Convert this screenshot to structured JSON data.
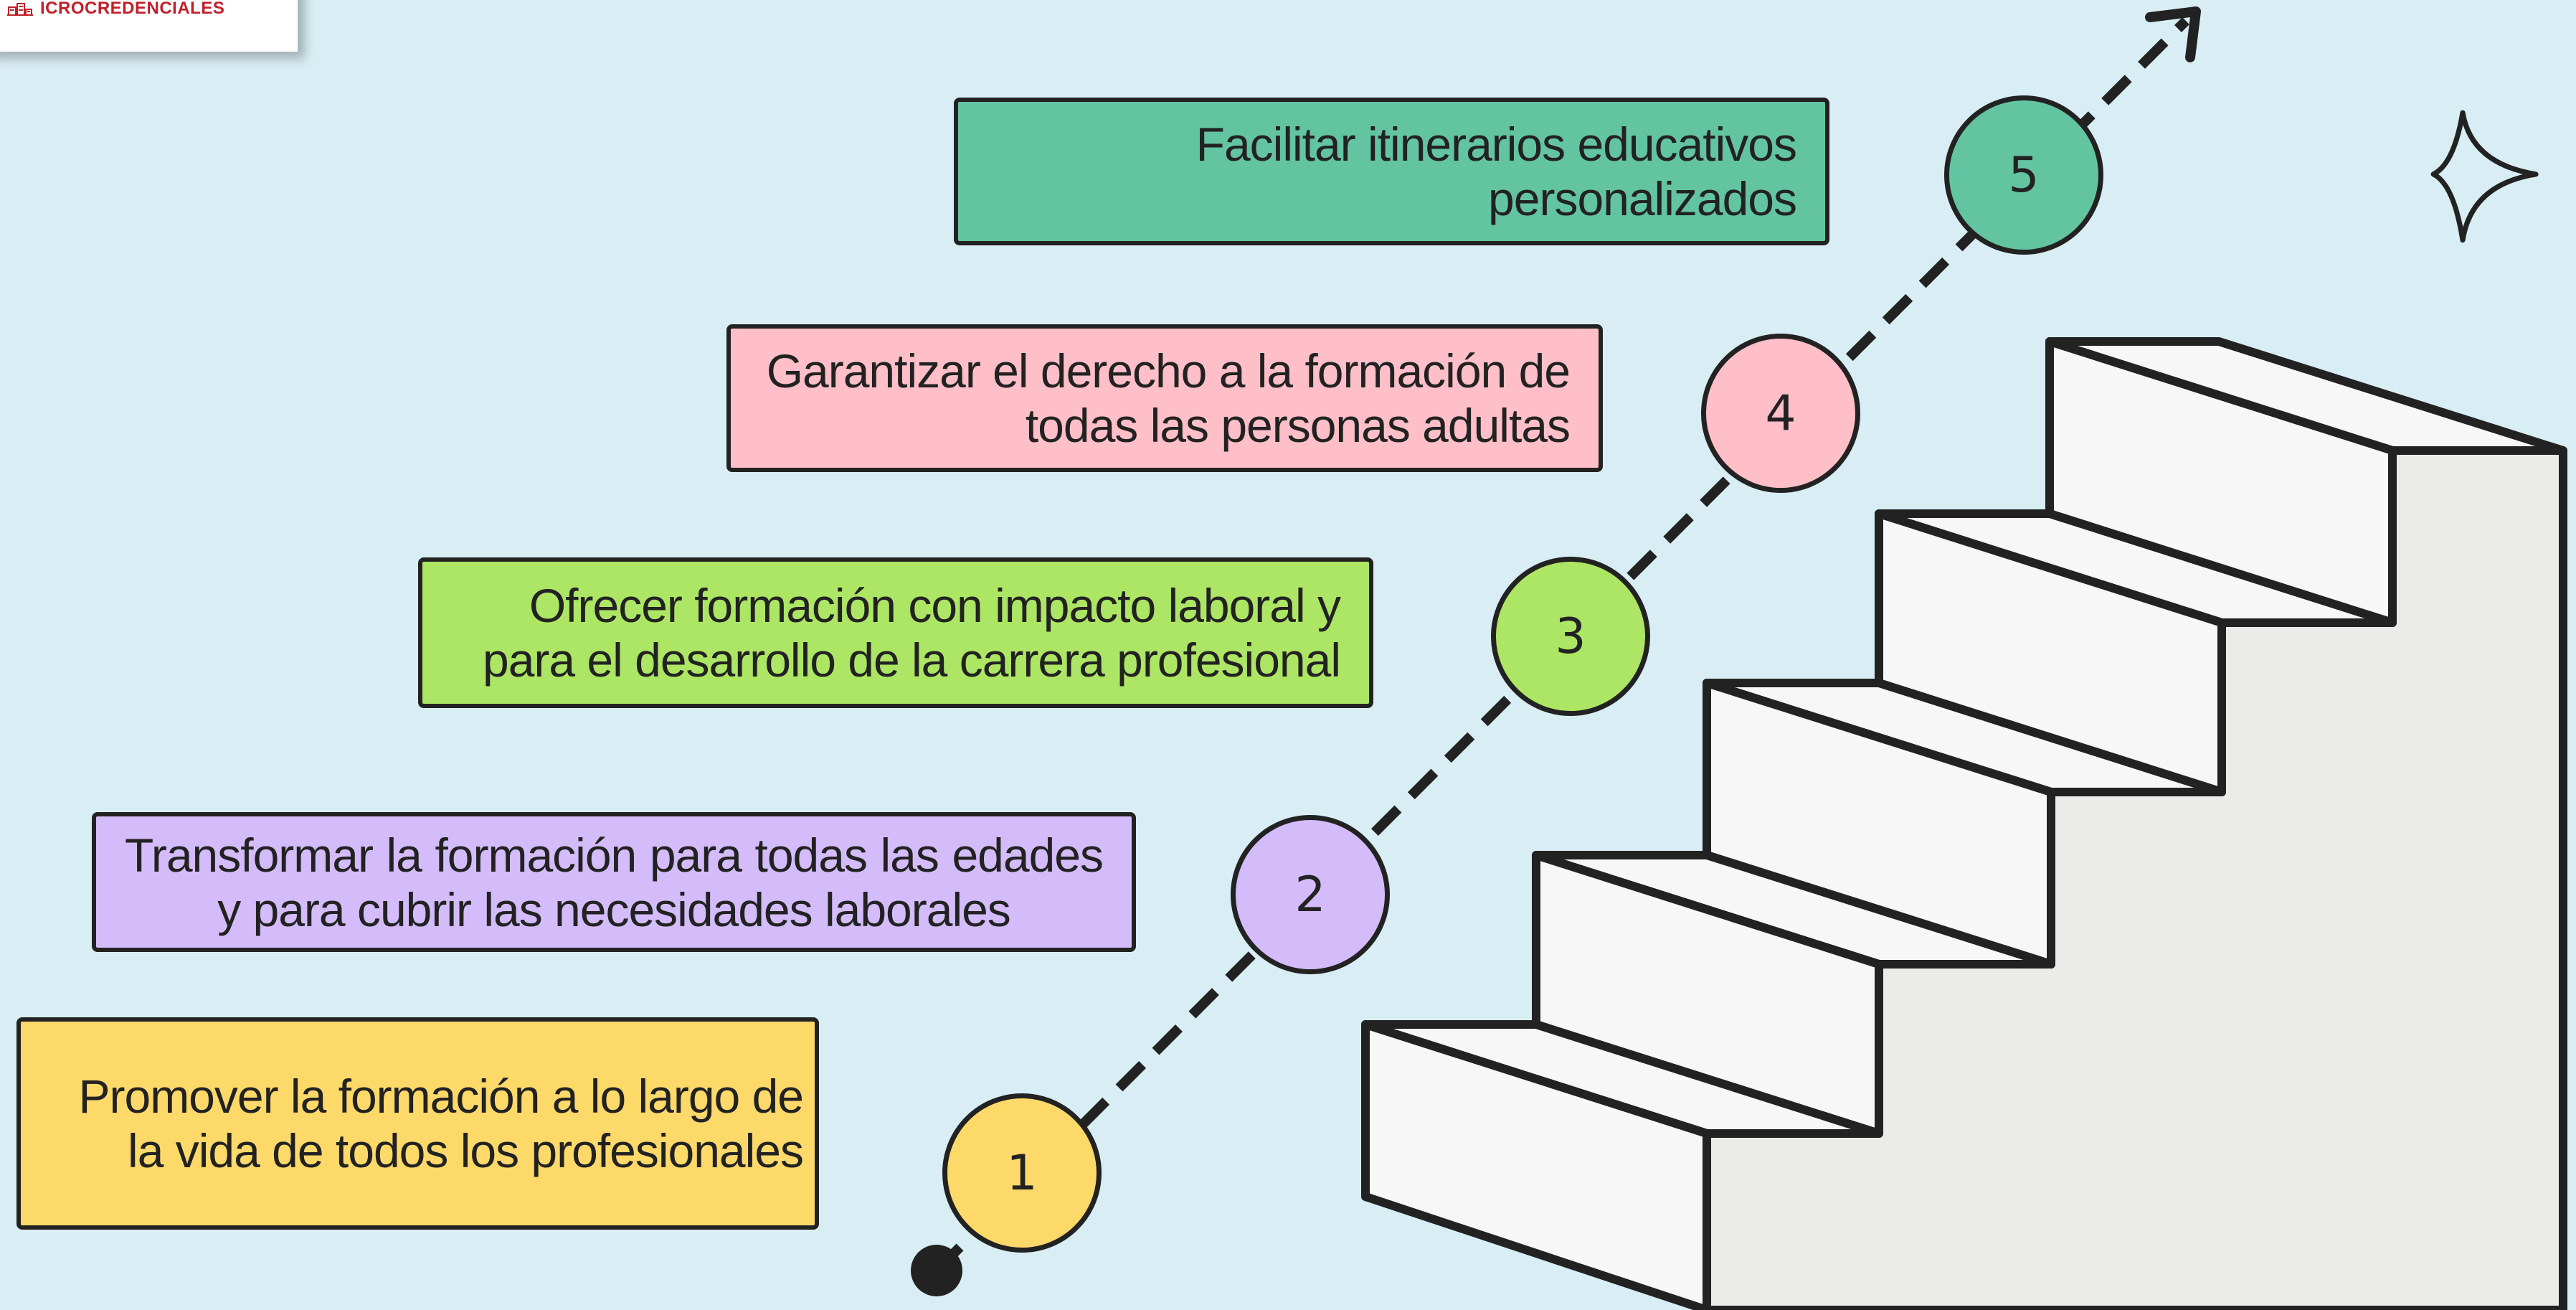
{
  "logo": {
    "text": "ICROCREDENCIALES",
    "icon": "building-logo-icon",
    "color": "#c0202a"
  },
  "goals": [
    {
      "number": "1",
      "text": "Promover la formación a lo largo de la vida de todos los profesionales",
      "color": "#fdd96a"
    },
    {
      "number": "2",
      "text": "Transformar la formación para todas las edades y para cubrir las necesidades laborales",
      "color": "#d4bcfb"
    },
    {
      "number": "3",
      "text": "Ofrecer formación con impacto laboral y para el desarrollo de la carrera profesional",
      "color": "#ade664"
    },
    {
      "number": "4",
      "text": "Garantizar el derecho a la formación de todas las personas adultas",
      "color": "#ffbfc8"
    },
    {
      "number": "5",
      "text": "Facilitar itinerarios educativos personalizados",
      "color": "#63c4a2"
    }
  ],
  "decorations": {
    "staircase": "staircase-illustration",
    "sparkle": "sparkle-icon",
    "arrow": "dashed-arrow"
  },
  "colors": {
    "background": "#d9eef4",
    "outline": "#222222",
    "stair_top": "#f7f7f7",
    "stair_side": "#ebebea"
  }
}
